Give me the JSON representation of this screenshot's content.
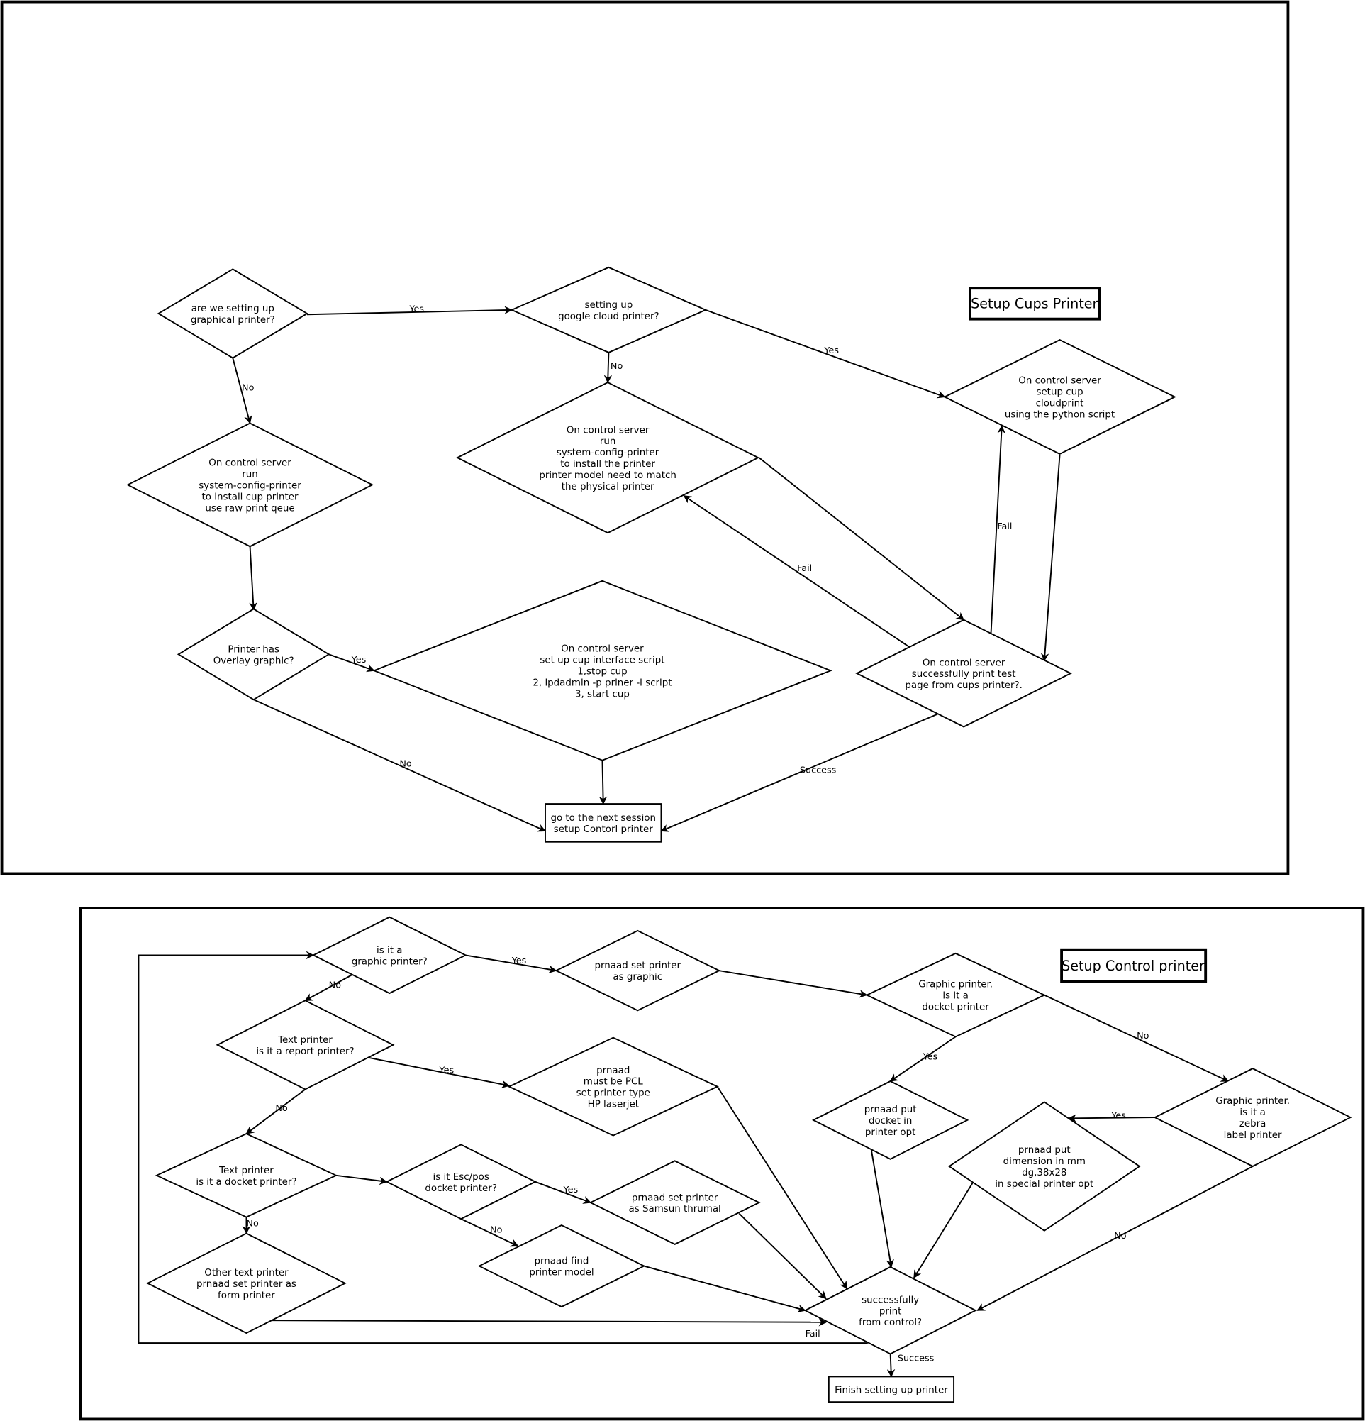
{
  "sections": {
    "cups": {
      "title": "Setup Cups Printer"
    },
    "control": {
      "title": "Setup Control printer"
    }
  },
  "nodes": {
    "d1": {
      "lines": [
        "are we setting up",
        "graphical printer?"
      ]
    },
    "d2": {
      "lines": [
        "setting up",
        "google cloud printer?"
      ]
    },
    "d3": {
      "lines": [
        "On control server",
        "run",
        "system-config-printer",
        "to install cup printer",
        "use raw print qeue"
      ]
    },
    "d4": {
      "lines": [
        "On control server",
        "run",
        "system-config-printer",
        "to install the printer",
        "printer model need to match",
        "the physical printer"
      ]
    },
    "d5": {
      "lines": [
        "On control server",
        "setup cup",
        "cloudprint",
        "using the python script"
      ]
    },
    "d6": {
      "lines": [
        "Printer has",
        "Overlay graphic?"
      ]
    },
    "d7": {
      "lines": [
        "On control server",
        "set up cup interface script",
        "1,stop cup",
        "2, lpdadmin -p priner -i script",
        "3, start cup"
      ]
    },
    "d8": {
      "lines": [
        "On control server",
        "successfully print test",
        "page from cups printer?."
      ]
    },
    "r1": {
      "lines": [
        "go to the next session",
        "setup Contorl printer"
      ]
    },
    "b1": {
      "lines": [
        "is it a",
        "graphic printer?"
      ]
    },
    "b2": {
      "lines": [
        "prnaad set printer",
        "as graphic"
      ]
    },
    "b3": {
      "lines": [
        "Graphic printer.",
        "is it a",
        "docket printer"
      ]
    },
    "b4": {
      "lines": [
        "Text printer",
        "is it a report printer?"
      ]
    },
    "b5": {
      "lines": [
        "prnaad",
        "must be PCL",
        "set printer type",
        "HP laserjet"
      ]
    },
    "b6": {
      "lines": [
        "prnaad put",
        "docket in",
        "printer opt"
      ]
    },
    "b7": {
      "lines": [
        "Graphic printer.",
        "is it a",
        "zebra",
        "label printer"
      ]
    },
    "b8": {
      "lines": [
        "prnaad put",
        "dimension in mm",
        "dg,38x28",
        "in special printer opt"
      ]
    },
    "b9": {
      "lines": [
        "Text printer",
        "is it a docket printer?"
      ]
    },
    "b10": {
      "lines": [
        "is it Esc/pos",
        "docket printer?"
      ]
    },
    "b11": {
      "lines": [
        "prnaad set printer",
        "as Samsun thrumal"
      ]
    },
    "b12": {
      "lines": [
        "prnaad find",
        "printer model"
      ]
    },
    "b13": {
      "lines": [
        "Other text printer",
        "prnaad set printer as",
        "form printer"
      ]
    },
    "b14": {
      "lines": [
        "successfully",
        "print",
        "from control?"
      ]
    },
    "r2": {
      "lines": [
        "Finish setting up printer"
      ]
    }
  },
  "edge_labels": {
    "yes": "Yes",
    "no": "No",
    "fail": "Fail",
    "success": "Success"
  }
}
